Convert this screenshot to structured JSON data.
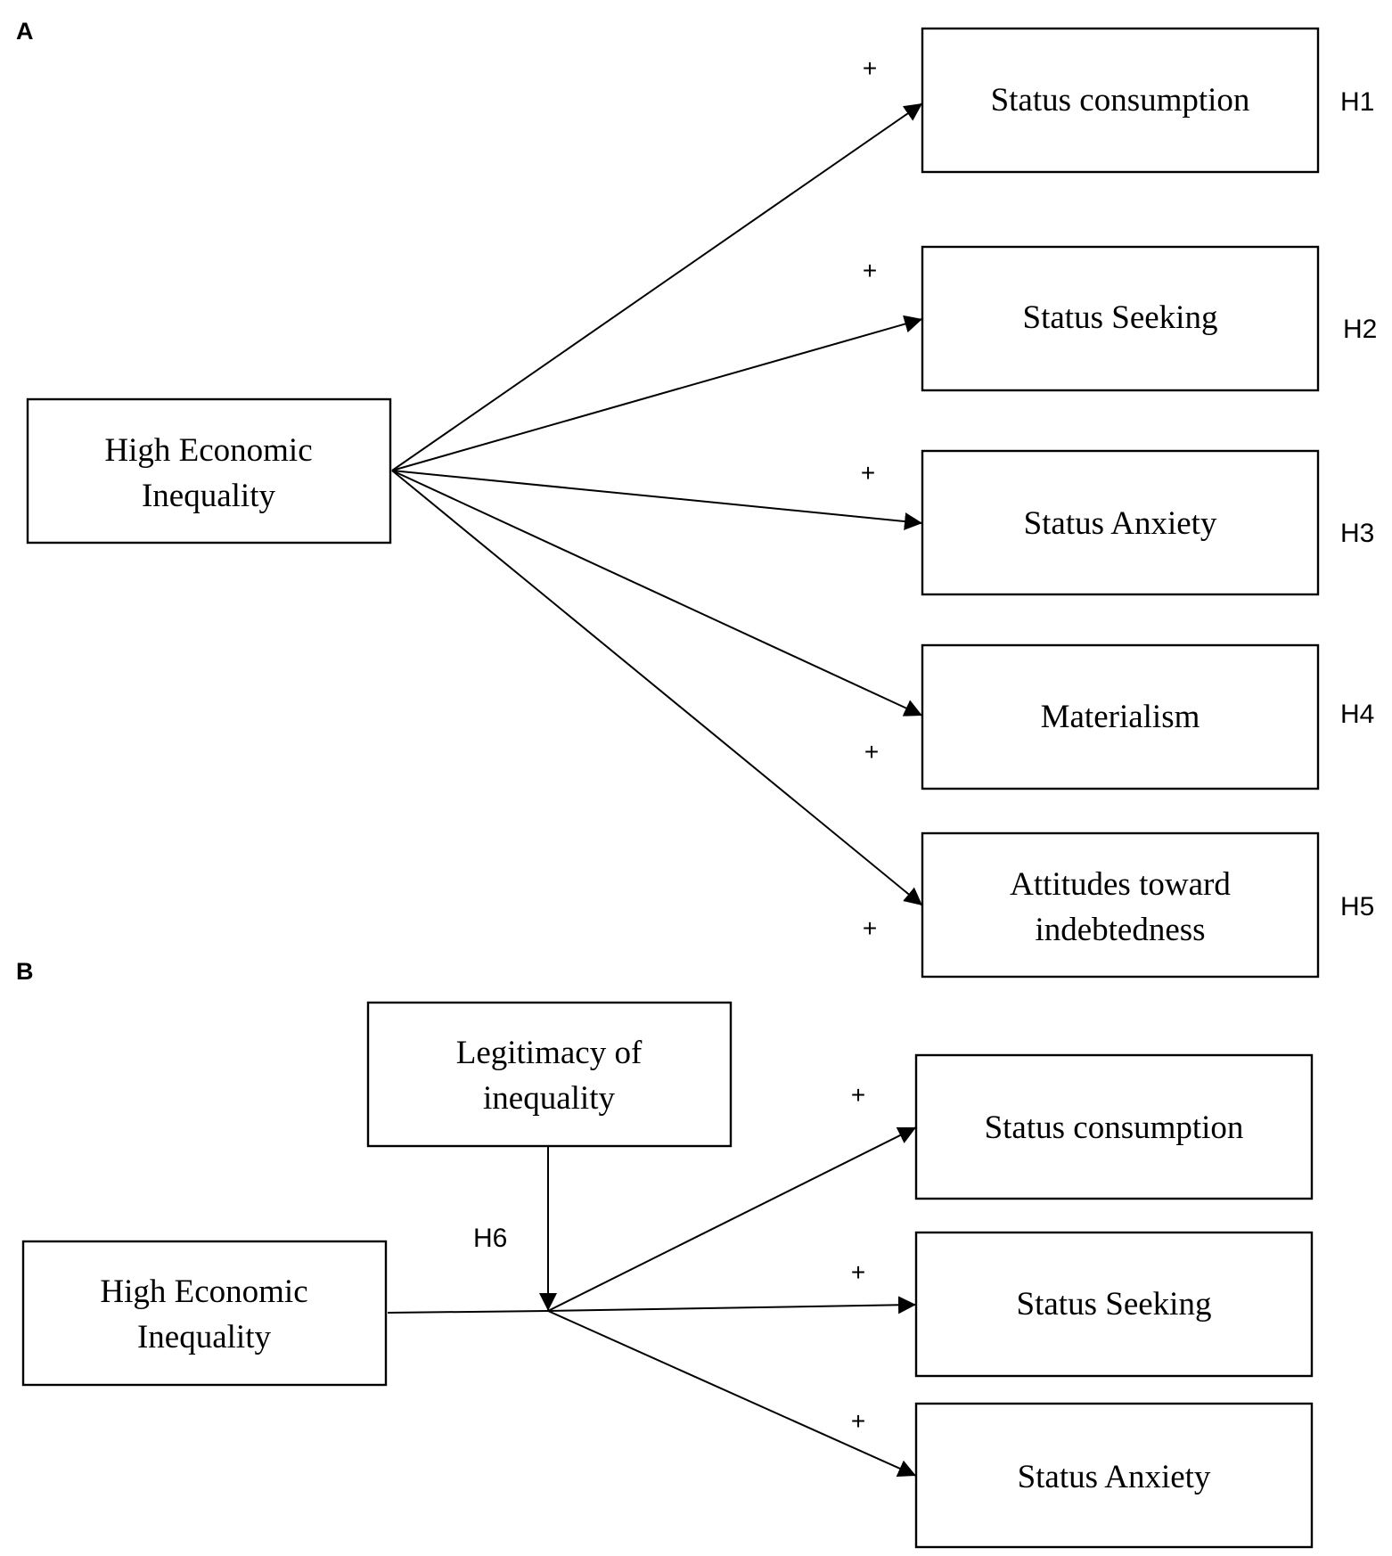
{
  "panel_a": {
    "label": "A",
    "source": "High Economic Inequality",
    "source_lines": [
      "High Economic",
      "Inequality"
    ],
    "targets": [
      {
        "lines": [
          "Status consumption"
        ],
        "hypothesis": "H1",
        "sign": "+"
      },
      {
        "lines": [
          "Status Seeking"
        ],
        "hypothesis": "H2",
        "sign": "+"
      },
      {
        "lines": [
          "Status Anxiety"
        ],
        "hypothesis": "H3",
        "sign": "+"
      },
      {
        "lines": [
          "Materialism"
        ],
        "hypothesis": "H4",
        "sign": "+"
      },
      {
        "lines": [
          "Attitudes toward",
          "indebtedness"
        ],
        "hypothesis": "H5",
        "sign": "+"
      }
    ]
  },
  "panel_b": {
    "label": "B",
    "source_lines": [
      "High Economic",
      "Inequality"
    ],
    "moderator_lines": [
      "Legitimacy of",
      "inequality"
    ],
    "moderator_hypothesis": "H6",
    "targets": [
      {
        "lines": [
          "Status consumption"
        ],
        "sign": "+"
      },
      {
        "lines": [
          "Status Seeking"
        ],
        "sign": "+"
      },
      {
        "lines": [
          "Status Anxiety"
        ],
        "sign": "+"
      }
    ]
  }
}
